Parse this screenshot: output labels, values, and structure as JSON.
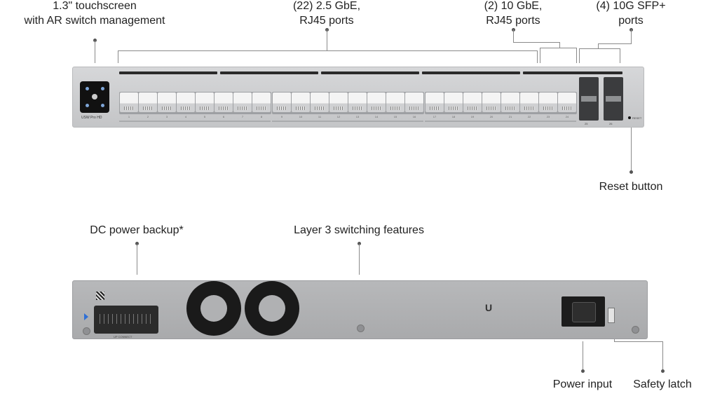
{
  "callouts": {
    "touchscreen": [
      "1.3\" touchscreen",
      "with AR switch management"
    ],
    "rj45_25g": [
      "(22) 2.5 GbE,",
      "RJ45 ports"
    ],
    "rj45_10g": [
      "(2) 10 GbE,",
      "RJ45 ports"
    ],
    "sfp": [
      "(4) 10G SFP+",
      "ports"
    ],
    "reset": "Reset button",
    "dc_power": "DC power backup*",
    "layer3": "Layer 3 switching features",
    "power_input": "Power input",
    "safety_latch": "Safety latch"
  },
  "front_panel": {
    "model": "USW Pro HD",
    "reset_mark": "RESET",
    "port_numbers": [
      "1",
      "2",
      "3",
      "4",
      "5",
      "6",
      "7",
      "8",
      "9",
      "10",
      "11",
      "12",
      "13",
      "14",
      "15",
      "16",
      "17",
      "18",
      "19",
      "20",
      "21",
      "22",
      "23",
      "24"
    ],
    "sfp_numbers": [
      "25",
      "26"
    ]
  },
  "back_panel": {
    "connector_label": "UP CONNECT"
  }
}
